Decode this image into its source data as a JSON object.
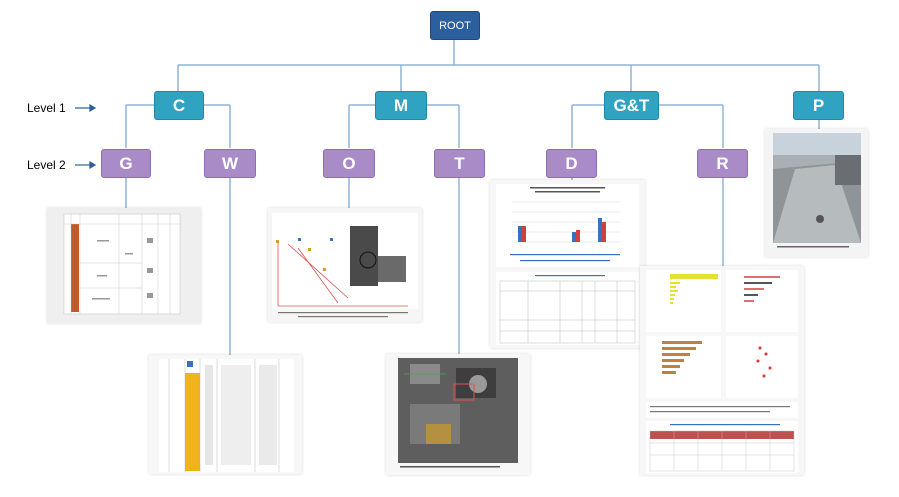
{
  "root": {
    "label": "ROOT"
  },
  "levels": {
    "level1": "Level 1",
    "level2": "Level 2"
  },
  "level1_nodes": {
    "c": "C",
    "m": "M",
    "gt": "G&T",
    "p": "P"
  },
  "level2_nodes": {
    "g": "G",
    "w": "W",
    "o": "O",
    "t": "T",
    "d": "D",
    "r": "R"
  },
  "colors": {
    "root": "#2c5f9e",
    "level1": "#2fa3c1",
    "level2": "#a98cc7",
    "connector": "#8fb3d9"
  }
}
